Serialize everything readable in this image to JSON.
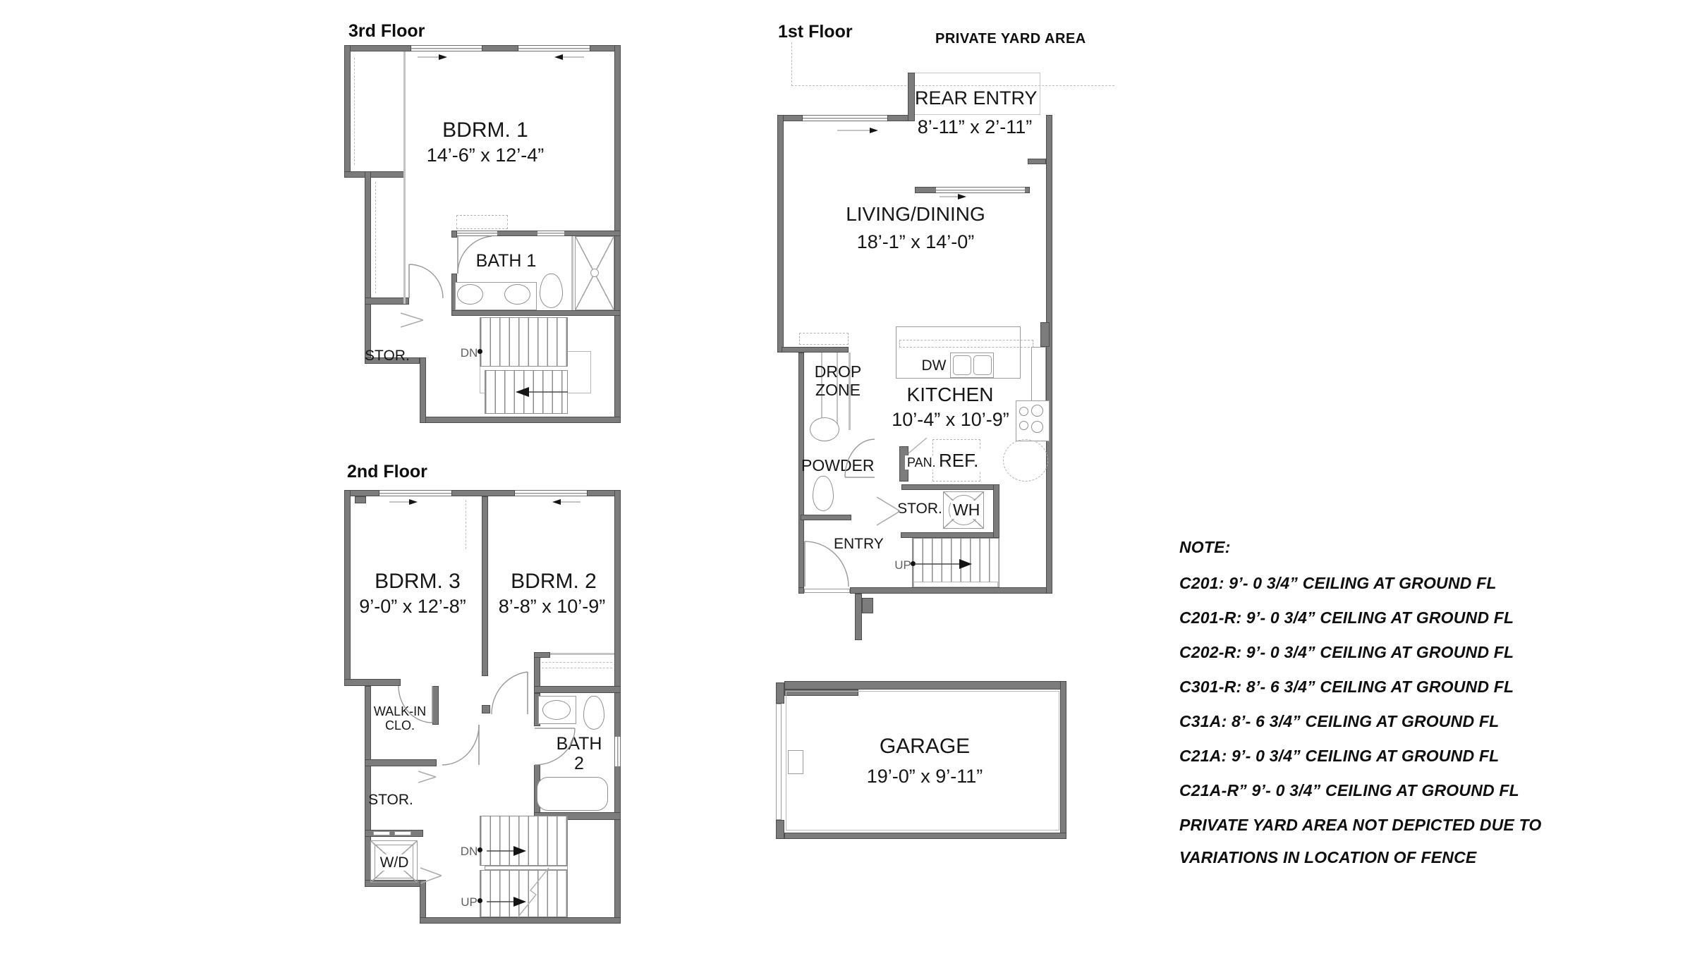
{
  "floors": {
    "third": {
      "title": "3rd Floor",
      "bdrm1": {
        "name": "BDRM. 1",
        "dims": "14’-6” x 12’-4”"
      },
      "bath1": {
        "name": "BATH 1"
      },
      "stor": {
        "name": "STOR."
      },
      "dn": "DN"
    },
    "second": {
      "title": "2nd Floor",
      "bdrm3": {
        "name": "BDRM. 3",
        "dims": "9’-0” x 12’-8”"
      },
      "bdrm2": {
        "name": "BDRM. 2",
        "dims": "8’-8” x 10’-9”"
      },
      "walkin": {
        "line1": "WALK-IN",
        "line2": "CLO."
      },
      "bath2": {
        "line1": "BATH",
        "line2": "2"
      },
      "stor": {
        "name": "STOR."
      },
      "wd": {
        "name": "W/D"
      },
      "dn": "DN",
      "up": "UP"
    },
    "first": {
      "title": "1st Floor",
      "yard": "PRIVATE YARD AREA",
      "rear": {
        "name": "REAR ENTRY",
        "dims": "8’-11” x 2’-11”"
      },
      "living": {
        "name": "LIVING/DINING",
        "dims": "18’-1” x 14’-0”"
      },
      "drop": {
        "line1": "DROP",
        "line2": "ZONE"
      },
      "kitchen": {
        "name": "KITCHEN",
        "dims": "10’-4” x 10’-9”"
      },
      "dw": "DW",
      "pan": "PAN.",
      "ref": "REF.",
      "powder": "POWDER",
      "stor": "STOR.",
      "wh": "WH",
      "entry": "ENTRY",
      "up": "UP"
    },
    "garage": {
      "name": "GARAGE",
      "dims": "19’-0” x 9’-11”"
    }
  },
  "note": {
    "heading": "NOTE:",
    "lines": [
      "C201:  9’- 0 3/4” CEILING AT GROUND FL",
      "C201-R:  9’- 0 3/4” CEILING AT GROUND FL",
      "C202-R:  9’- 0 3/4” CEILING AT GROUND FL",
      "C301-R:  8’- 6 3/4” CEILING AT GROUND FL",
      "C31A:  8’- 6 3/4” CEILING AT GROUND FL",
      "C21A:  9’- 0 3/4” CEILING AT GROUND FL",
      "C21A-R”  9’- 0 3/4” CEILING AT GROUND FL"
    ],
    "footer": [
      "PRIVATE YARD AREA NOT DEPICTED DUE TO",
      "VARIATIONS IN LOCATION OF FENCE"
    ]
  }
}
